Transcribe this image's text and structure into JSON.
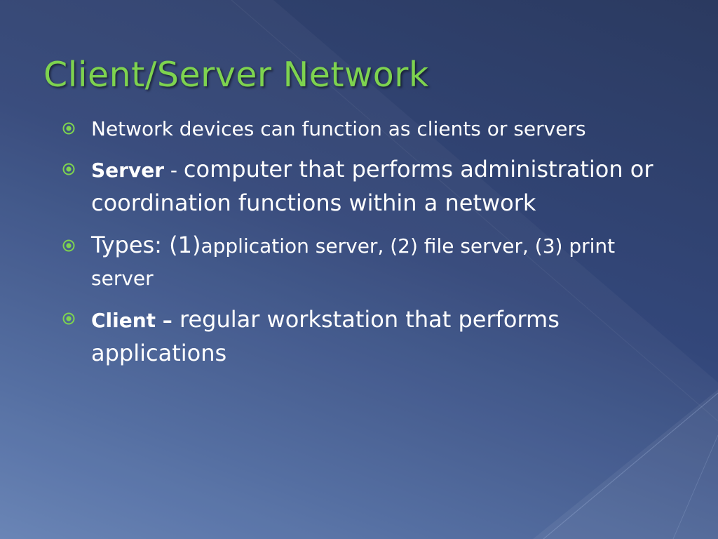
{
  "slide": {
    "title": "Client/Server Network",
    "accent_color": "#7ed34f",
    "bullet_icon": "circled-dot-icon",
    "bullets": [
      {
        "text": "Network devices can function as clients or servers"
      },
      {
        "term": "Server",
        "separator": " - ",
        "text": "computer that performs administration or coordination functions within a network"
      },
      {
        "prefix": "Types: (1)",
        "text": "application server, (2) file server, (3) print server"
      },
      {
        "term": "Client –",
        "text": " regular workstation that performs applications"
      }
    ]
  }
}
